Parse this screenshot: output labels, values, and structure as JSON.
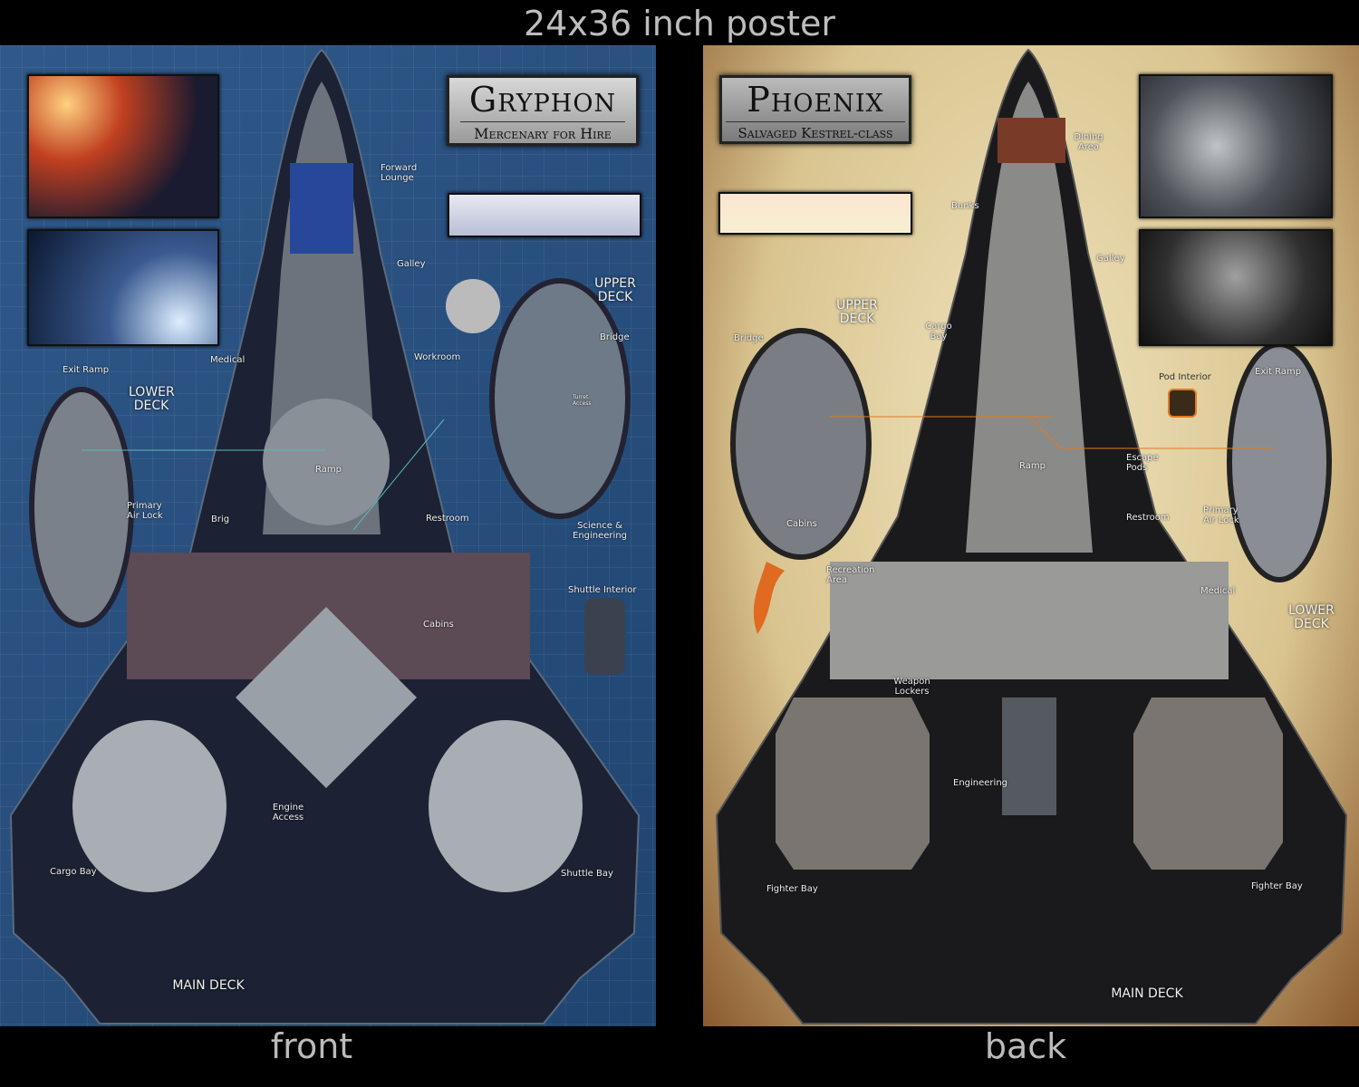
{
  "header": {
    "title": "24x36 inch poster"
  },
  "front": {
    "caption": "front",
    "title": "Gryphon",
    "subtitle": "Mercenary for Hire",
    "labels": {
      "forward_lounge": "Forward Lounge",
      "galley": "Galley",
      "medical": "Medical",
      "workroom": "Workroom",
      "exit_ramp": "Exit Ramp",
      "lower_deck": "LOWER DECK",
      "upper_deck": "UPPER DECK",
      "bridge": "Bridge",
      "turret_access": "Turret Access",
      "ramp": "Ramp",
      "primary_air_lock": "Primary Air Lock",
      "brig": "Brig",
      "restroom": "Restroom",
      "science_engineering": "Science & Engineering",
      "shuttle_interior": "Shuttle Interior",
      "cabins": "Cabins",
      "engine_access": "Engine Access",
      "cargo_bay": "Cargo Bay",
      "shuttle_bay": "Shuttle Bay",
      "main_deck": "MAIN DECK"
    },
    "colors": {
      "background": "#2a5282",
      "hull": "#1c2233"
    }
  },
  "back": {
    "caption": "back",
    "title": "Phoenix",
    "subtitle": "Salvaged Kestrel-class",
    "labels": {
      "dining_area": "Dining Area",
      "bunks": "Bunks",
      "galley": "Galley",
      "upper_deck": "UPPER DECK",
      "cargo_bay": "Cargo Bay",
      "bridge": "Bridge",
      "pod_interior": "Pod Interior",
      "exit_ramp": "Exit Ramp",
      "ramp": "Ramp",
      "escape_pods": "Escape Pods",
      "cabins": "Cabins",
      "restroom": "Restroom",
      "primary_air_lock": "Primary Air Lock",
      "recreation_area": "Recreation Area",
      "medical": "Medical",
      "lower_deck": "LOWER DECK",
      "weapon_lockers": "Weapon Lockers",
      "engineering": "Engineering",
      "fighter_bay_left": "Fighter Bay",
      "fighter_bay_right": "Fighter Bay",
      "main_deck": "MAIN DECK"
    },
    "colors": {
      "background": "#e3d3a4",
      "hull": "#1a1a1c"
    }
  }
}
